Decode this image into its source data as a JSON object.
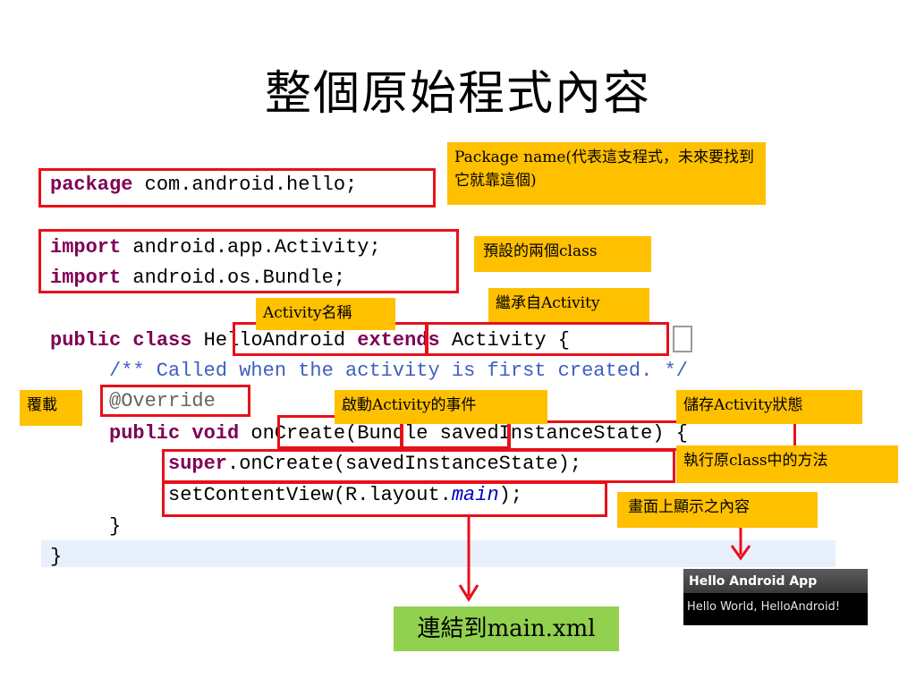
{
  "slide": {
    "title": "整個原始程式內容"
  },
  "code": {
    "line1": {
      "kw": "package",
      "rest": " com.android.hello;"
    },
    "line2": {
      "kw": "import",
      "rest": " android.app.Activity;"
    },
    "line3": {
      "kw": "import",
      "rest": " android.os.Bundle;"
    },
    "line4": {
      "kw1": "public class",
      "name": " HelloAndroid ",
      "kw2": "extends",
      "rest": " Activity {"
    },
    "line5": "/** Called when the activity is first created. */",
    "line6": "@Override",
    "line7": {
      "kw": "public void",
      "rest": " onCreate(Bundle savedInstanceState) {"
    },
    "line8": {
      "kw": "super",
      "rest": ".onCreate(savedInstanceState);"
    },
    "line9": {
      "pre": "setContentView(R.layout.",
      "it": "main",
      "post": ");"
    },
    "line10": "}",
    "line11": "}"
  },
  "notes": {
    "package": "Package name(代表這支程式，未來要找到它就靠這個)",
    "imports": "預設的兩個class",
    "inherit": "繼承自Activity",
    "activity_name": "Activity名稱",
    "override": "覆載",
    "start_event": "啟動Activity的事件",
    "save_state": "儲存Activity狀態",
    "super_call": "執行原class中的方法",
    "screen_content": "畫面上顯示之內容",
    "link_main": "連結到main.xml"
  },
  "phone": {
    "app_title": "Hello Android App",
    "body_text": "Hello World, HelloAndroid!"
  },
  "colors": {
    "keyword": "#7f0055",
    "comment": "#3f5fbf",
    "annotation": "#646464",
    "highlight_box": "#e8101a",
    "note_bg": "#ffc000",
    "link_bg": "#92d050"
  }
}
